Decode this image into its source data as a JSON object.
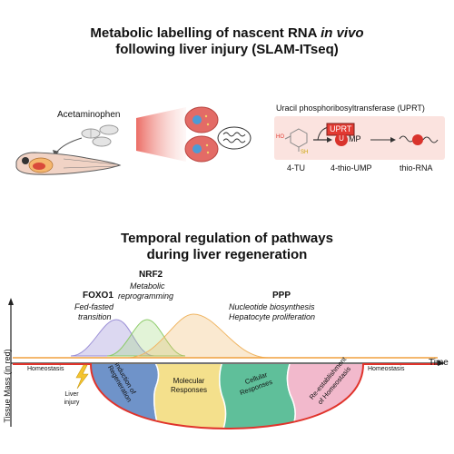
{
  "title": {
    "line1_pre": "Metabolic labelling of nascent RNA ",
    "line1_em": "in vivo",
    "line2": "following liver injury (SLAM-ITseq)"
  },
  "top": {
    "drug_label": "Acetaminophen",
    "enzyme_title": "Uracil phosphoribosyltransferase (UPRT)",
    "enzyme_box": "UPRT",
    "compound_1": "4-TU",
    "compound_2": "4-thio-UMP",
    "compound_3": "thio-RNA",
    "mp_suffix": "MP",
    "u_letter": "U",
    "ho_label": "HO",
    "sh_label": "SH"
  },
  "section2": {
    "line1": "Temporal regulation of pathways",
    "line2": "during liver regeneration"
  },
  "pathways": {
    "foxo1_name": "FOXO1",
    "foxo1_desc_1": "Fed-fasted",
    "foxo1_desc_2": "transition",
    "nrf2_name": "NRF2",
    "nrf2_desc_1": "Metabolic",
    "nrf2_desc_2": "reprogramming",
    "ppp_name": "PPP",
    "ppp_desc_1": "Nucleotide biosynthesis",
    "ppp_desc_2": "Hepatocyte proliferation"
  },
  "axes": {
    "y_label": "Tissue Mass (in red)",
    "x_label": "Time",
    "homeostasis_left": "Homeostasis",
    "homeostasis_right": "Homeostasis",
    "injury_1": "Liver",
    "injury_2": "injury"
  },
  "phases": {
    "p1_line1": "Induction of",
    "p1_line2": "Regeneration",
    "p2_line1": "Molecular",
    "p2_line2": "Responses",
    "p3_line1": "Cellular",
    "p3_line2": "Responses",
    "p4_line1": "Re-establishment",
    "p4_line2": "of Homeostasis"
  },
  "colors": {
    "foxo1": "#9b8fd6",
    "nrf2": "#9fd67c",
    "ppp": "#f0b562",
    "tissue_line": "#e0332b",
    "phase1": "#6f93c9",
    "phase2": "#f4e08c",
    "phase3": "#5fbf9a",
    "phase4": "#f2b9cc"
  }
}
